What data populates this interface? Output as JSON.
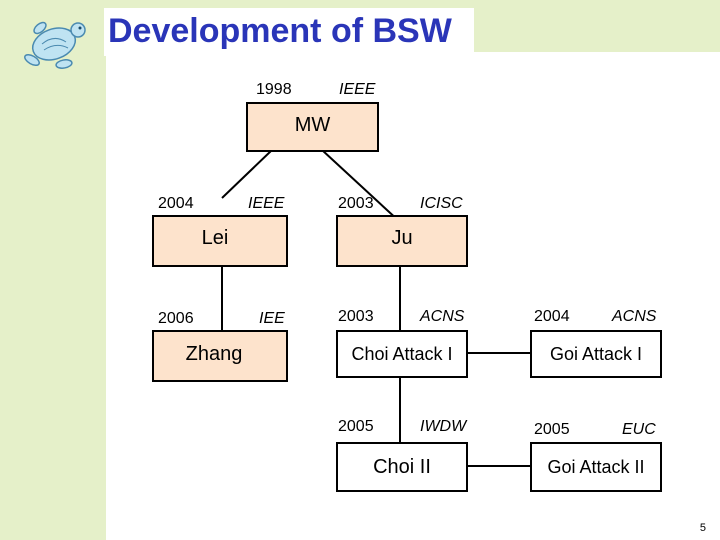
{
  "title": "Development of BSW",
  "colors": {
    "title": "#2a35b8",
    "band": "#e5f0c9",
    "peach_box": "#fde3cc",
    "white_box": "#ffffff"
  },
  "nodes": {
    "mw": {
      "label": "MW",
      "year": "1998",
      "venue": "IEEE"
    },
    "lei": {
      "label": "Lei",
      "year": "2004",
      "venue": "IEEE"
    },
    "ju": {
      "label": "Ju",
      "year": "2003",
      "venue": "ICISC"
    },
    "zhang": {
      "label": "Zhang",
      "year": "2006",
      "venue": "IEE"
    },
    "choi1": {
      "label": "Choi Attack I",
      "year": "2003",
      "venue": "ACNS"
    },
    "goi1": {
      "label": "Goi Attack I",
      "year": "2004",
      "venue": "ACNS"
    },
    "choi2": {
      "label": "Choi II",
      "year": "2005",
      "venue": "IWDW"
    },
    "goi2": {
      "label": "Goi Attack II",
      "year": "2005",
      "venue": "EUC"
    }
  },
  "edges": [
    [
      "mw",
      "lei"
    ],
    [
      "mw",
      "ju"
    ],
    [
      "lei",
      "zhang"
    ],
    [
      "ju",
      "choi1"
    ],
    [
      "choi1",
      "goi1"
    ],
    [
      "choi1",
      "choi2"
    ],
    [
      "choi2",
      "goi2"
    ]
  ],
  "page_number": "5",
  "logo_icon": "turtle-icon"
}
